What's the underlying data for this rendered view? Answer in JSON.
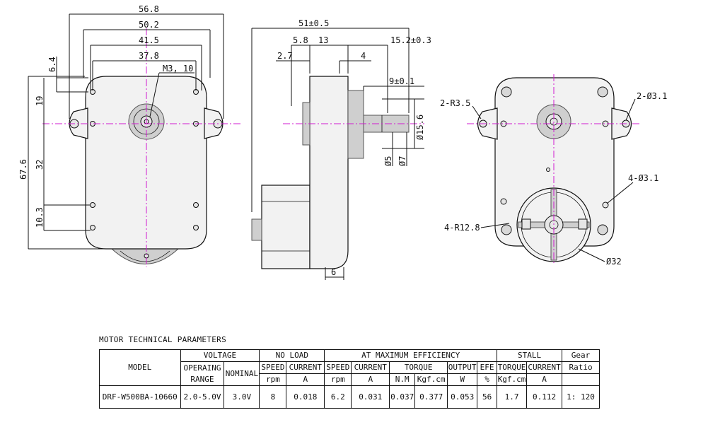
{
  "dimensions": {
    "front": {
      "w_56_8": "56.8",
      "w_50_2": "50.2",
      "w_41_5": "41.5",
      "w_37_8": "37.8",
      "m3": "M3, 10",
      "v_6_4": "6.4",
      "v_19": "19",
      "v_67_6": "67.6",
      "v_32": "32",
      "v_10_3": "10.3"
    },
    "side": {
      "w_51": "51±0.5",
      "w_5_8": "5.8",
      "w_13": "13",
      "w_15_2": "15.2±0.3",
      "w_2_7": "2.7",
      "w_4": "4",
      "w_9": "9±0.1",
      "d_15_6": "Ø15.6",
      "d_5": "Ø5",
      "d_7": "Ø7",
      "w_6": "6"
    },
    "back": {
      "r3_5": "2-R3.5",
      "d3_1_2": "2-Ø3.1",
      "d3_1_4": "4-Ø3.1",
      "r12_8": "4-R12.8",
      "d32": "Ø32"
    }
  },
  "table": {
    "title": "MOTOR TECHNICAL PARAMETERS",
    "model_header": "MODEL",
    "voltage": "VOLTAGE",
    "operating_range_1": "OPERAING",
    "operating_range_2": "RANGE",
    "nominal": "NOMINAL",
    "no_load": "NO LOAD",
    "at_max_eff": "AT MAXIMUM EFFICIENCY",
    "stall": "STALL",
    "gear_1": "Gear",
    "gear_2": "Ratio",
    "speed": "SPEED",
    "current": "CURRENT",
    "torque": "TORQUE",
    "output": "OUTPUT",
    "efe": "EFE",
    "units": {
      "rpm": "rpm",
      "a": "A",
      "nm": "N.M",
      "kgfcm": "Kgf.cm",
      "w": "W",
      "pct": "%"
    },
    "row": {
      "model": "DRF-W500BA-10660",
      "range": "2.0-5.0V",
      "nominal": "3.0V",
      "nl_speed": "8",
      "nl_current": "0.018",
      "me_speed": "6.2",
      "me_current": "0.031",
      "me_torque_nm": "0.037",
      "me_torque_kgf": "0.377",
      "me_output": "0.053",
      "me_efe": "56",
      "st_torque": "1.7",
      "st_current": "0.112",
      "gear": "1: 120"
    }
  }
}
